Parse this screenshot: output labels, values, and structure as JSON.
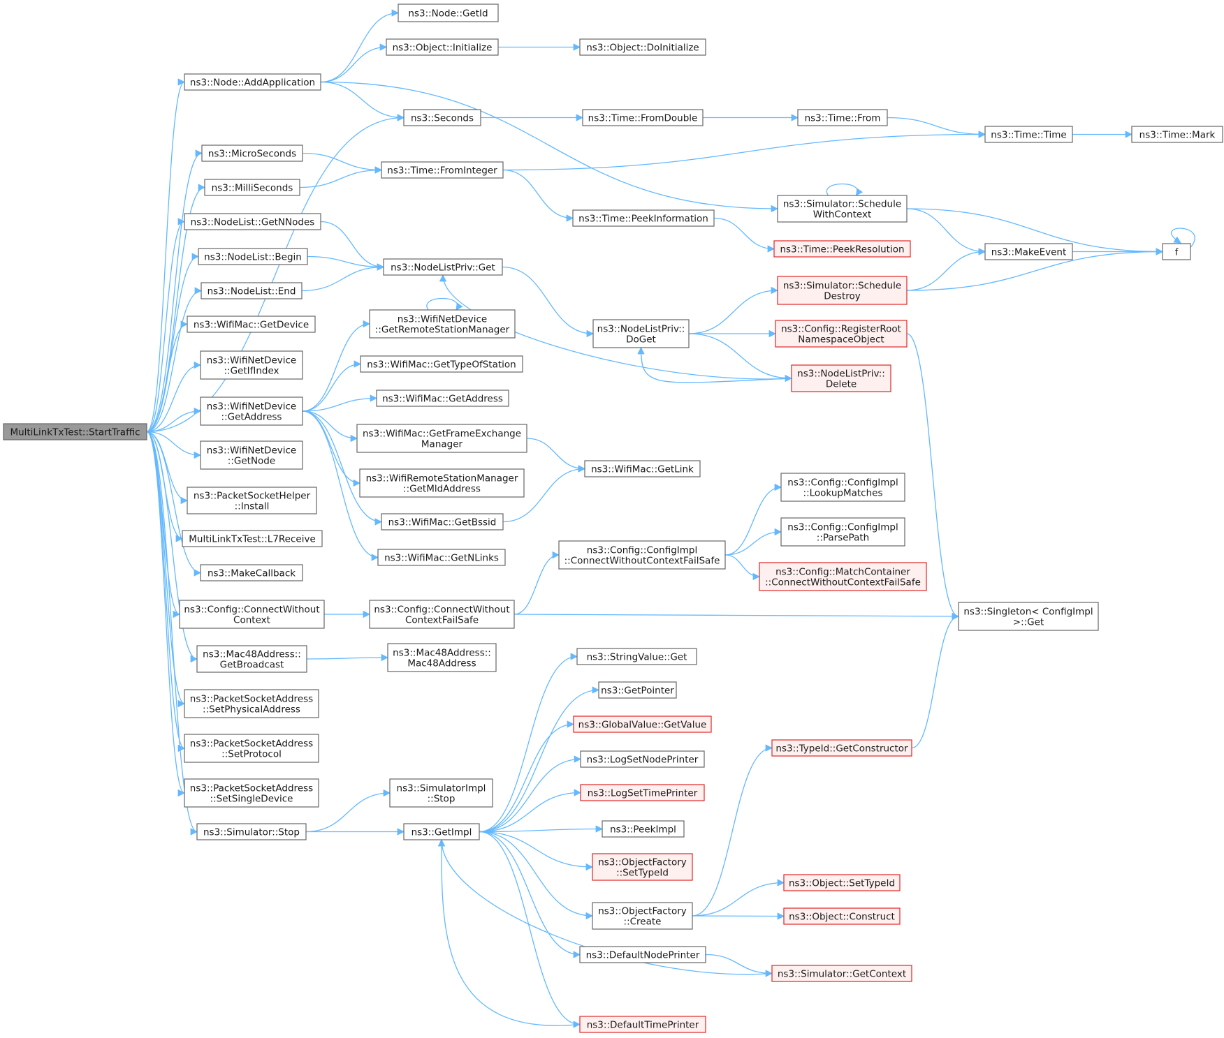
{
  "graph": {
    "colors": {
      "edge": "#63b8ff",
      "root_fill": "#999999",
      "node_border": "#666666",
      "truncated_border": "#e02424",
      "truncated_fill": "#fff0f0"
    },
    "nodes": [
      {
        "id": "root",
        "lines": [
          "MultiLinkTxTest::StartTraffic"
        ],
        "kind": "root"
      },
      {
        "id": "n1",
        "lines": [
          "ns3::Node::GetId"
        ]
      },
      {
        "id": "n2",
        "lines": [
          "ns3::Object::Initialize"
        ]
      },
      {
        "id": "n3",
        "lines": [
          "ns3::Object::DoInitialize"
        ]
      },
      {
        "id": "n4",
        "lines": [
          "ns3::Node::AddApplication"
        ]
      },
      {
        "id": "n5",
        "lines": [
          "ns3::Seconds"
        ]
      },
      {
        "id": "n6",
        "lines": [
          "ns3::Time::FromDouble"
        ]
      },
      {
        "id": "n7",
        "lines": [
          "ns3::Time::From"
        ]
      },
      {
        "id": "n8",
        "lines": [
          "ns3::Time::Time"
        ]
      },
      {
        "id": "n9",
        "lines": [
          "ns3::Time::Mark"
        ]
      },
      {
        "id": "n10",
        "lines": [
          "ns3::MicroSeconds"
        ]
      },
      {
        "id": "n11",
        "lines": [
          "ns3::Time::FromInteger"
        ]
      },
      {
        "id": "n12",
        "lines": [
          "ns3::MilliSeconds"
        ]
      },
      {
        "id": "n13",
        "lines": [
          "ns3::Simulator::Schedule",
          "WithContext"
        ]
      },
      {
        "id": "n14",
        "lines": [
          "ns3::Time::PeekInformation"
        ]
      },
      {
        "id": "n15",
        "lines": [
          "ns3::NodeList::GetNNodes"
        ]
      },
      {
        "id": "n16",
        "lines": [
          "ns3::Time::PeekResolution"
        ],
        "kind": "trunc"
      },
      {
        "id": "n17",
        "lines": [
          "ns3::MakeEvent"
        ]
      },
      {
        "id": "n18",
        "lines": [
          "f"
        ]
      },
      {
        "id": "n19",
        "lines": [
          "ns3::NodeList::Begin"
        ]
      },
      {
        "id": "n20",
        "lines": [
          "ns3::NodeListPriv::Get"
        ]
      },
      {
        "id": "n21",
        "lines": [
          "ns3::NodeList::End"
        ]
      },
      {
        "id": "n22",
        "lines": [
          "ns3::Simulator::Schedule",
          "Destroy"
        ],
        "kind": "trunc"
      },
      {
        "id": "n23",
        "lines": [
          "ns3::WifiNetDevice",
          "::GetRemoteStationManager"
        ]
      },
      {
        "id": "n24",
        "lines": [
          "ns3::WifiMac::GetDevice"
        ]
      },
      {
        "id": "n25",
        "lines": [
          "ns3::NodeListPriv::",
          "DoGet"
        ]
      },
      {
        "id": "n26",
        "lines": [
          "ns3::Config::RegisterRoot",
          "NamespaceObject"
        ],
        "kind": "trunc"
      },
      {
        "id": "n27",
        "lines": [
          "ns3::WifiNetDevice",
          "::GetIfIndex"
        ]
      },
      {
        "id": "n28",
        "lines": [
          "ns3::WifiMac::GetTypeOfStation"
        ]
      },
      {
        "id": "n29",
        "lines": [
          "ns3::NodeListPriv::",
          "Delete"
        ],
        "kind": "trunc"
      },
      {
        "id": "n30",
        "lines": [
          "ns3::WifiNetDevice",
          "::GetAddress"
        ]
      },
      {
        "id": "n31",
        "lines": [
          "ns3::WifiMac::GetAddress"
        ]
      },
      {
        "id": "n32",
        "lines": [
          "ns3::WifiMac::GetFrameExchange",
          "Manager"
        ]
      },
      {
        "id": "n33",
        "lines": [
          "ns3::WifiNetDevice",
          "::GetNode"
        ]
      },
      {
        "id": "n34",
        "lines": [
          "ns3::WifiMac::GetLink"
        ]
      },
      {
        "id": "n35",
        "lines": [
          "ns3::WifiRemoteStationManager",
          "::GetMldAddress"
        ]
      },
      {
        "id": "n36",
        "lines": [
          "ns3::PacketSocketHelper",
          "::Install"
        ]
      },
      {
        "id": "n37",
        "lines": [
          "ns3::Config::ConfigImpl",
          "::LookupMatches"
        ]
      },
      {
        "id": "n38",
        "lines": [
          "ns3::WifiMac::GetBssid"
        ]
      },
      {
        "id": "n39",
        "lines": [
          "MultiLinkTxTest::L7Receive"
        ]
      },
      {
        "id": "n40",
        "lines": [
          "ns3::Config::ConfigImpl",
          "::ParsePath"
        ]
      },
      {
        "id": "n41",
        "lines": [
          "ns3::Config::ConfigImpl",
          "::ConnectWithoutContextFailSafe"
        ]
      },
      {
        "id": "n42",
        "lines": [
          "ns3::WifiMac::GetNLinks"
        ]
      },
      {
        "id": "n43",
        "lines": [
          "ns3::MakeCallback"
        ]
      },
      {
        "id": "n44",
        "lines": [
          "ns3::Config::MatchContainer",
          "::ConnectWithoutContextFailSafe"
        ],
        "kind": "trunc"
      },
      {
        "id": "n45",
        "lines": [
          "ns3::Config::ConnectWithout",
          "Context"
        ]
      },
      {
        "id": "n46",
        "lines": [
          "ns3::Config::ConnectWithout",
          "ContextFailSafe"
        ]
      },
      {
        "id": "n47",
        "lines": [
          "ns3::Singleton< ConfigImpl",
          " >::Get"
        ]
      },
      {
        "id": "n48",
        "lines": [
          "ns3::Mac48Address::",
          "GetBroadcast"
        ]
      },
      {
        "id": "n49",
        "lines": [
          "ns3::Mac48Address::",
          "Mac48Address"
        ]
      },
      {
        "id": "n50",
        "lines": [
          "ns3::StringValue::Get"
        ]
      },
      {
        "id": "n51",
        "lines": [
          "ns3::PacketSocketAddress",
          "::SetPhysicalAddress"
        ]
      },
      {
        "id": "n52",
        "lines": [
          "ns3::GetPointer"
        ]
      },
      {
        "id": "n53",
        "lines": [
          "ns3::GlobalValue::GetValue"
        ],
        "kind": "trunc"
      },
      {
        "id": "n54",
        "lines": [
          "ns3::PacketSocketAddress",
          "::SetProtocol"
        ]
      },
      {
        "id": "n55",
        "lines": [
          "ns3::TypeId::GetConstructor"
        ],
        "kind": "trunc"
      },
      {
        "id": "n56",
        "lines": [
          "ns3::LogSetNodePrinter"
        ]
      },
      {
        "id": "n57",
        "lines": [
          "ns3::PacketSocketAddress",
          "::SetSingleDevice"
        ]
      },
      {
        "id": "n58",
        "lines": [
          "ns3::SimulatorImpl",
          "::Stop"
        ]
      },
      {
        "id": "n59",
        "lines": [
          "ns3::LogSetTimePrinter"
        ],
        "kind": "trunc"
      },
      {
        "id": "n60",
        "lines": [
          "ns3::Simulator::Stop"
        ]
      },
      {
        "id": "n61",
        "lines": [
          "ns3::GetImpl"
        ]
      },
      {
        "id": "n62",
        "lines": [
          "ns3::PeekImpl"
        ]
      },
      {
        "id": "n63",
        "lines": [
          "ns3::ObjectFactory",
          "::SetTypeId"
        ],
        "kind": "trunc"
      },
      {
        "id": "n64",
        "lines": [
          "ns3::Object::SetTypeId"
        ],
        "kind": "trunc"
      },
      {
        "id": "n65",
        "lines": [
          "ns3::ObjectFactory",
          "::Create"
        ]
      },
      {
        "id": "n66",
        "lines": [
          "ns3::Object::Construct"
        ],
        "kind": "trunc"
      },
      {
        "id": "n67",
        "lines": [
          "ns3::DefaultNodePrinter"
        ]
      },
      {
        "id": "n68",
        "lines": [
          "ns3::Simulator::GetContext"
        ],
        "kind": "trunc"
      },
      {
        "id": "n69",
        "lines": [
          "ns3::DefaultTimePrinter"
        ],
        "kind": "trunc"
      }
    ],
    "edges": [
      [
        "root",
        "n4"
      ],
      [
        "root",
        "n5"
      ],
      [
        "root",
        "n10"
      ],
      [
        "root",
        "n12"
      ],
      [
        "root",
        "n15"
      ],
      [
        "root",
        "n19"
      ],
      [
        "root",
        "n21"
      ],
      [
        "root",
        "n24"
      ],
      [
        "root",
        "n27"
      ],
      [
        "root",
        "n30"
      ],
      [
        "root",
        "n33"
      ],
      [
        "root",
        "n36"
      ],
      [
        "root",
        "n39"
      ],
      [
        "root",
        "n43"
      ],
      [
        "root",
        "n45"
      ],
      [
        "root",
        "n48"
      ],
      [
        "root",
        "n51"
      ],
      [
        "root",
        "n54"
      ],
      [
        "root",
        "n57"
      ],
      [
        "root",
        "n60"
      ],
      [
        "n4",
        "n1"
      ],
      [
        "n4",
        "n2"
      ],
      [
        "n4",
        "n5"
      ],
      [
        "n4",
        "n13"
      ],
      [
        "n2",
        "n3"
      ],
      [
        "n5",
        "n6"
      ],
      [
        "n6",
        "n7"
      ],
      [
        "n7",
        "n8"
      ],
      [
        "n8",
        "n9"
      ],
      [
        "n10",
        "n11"
      ],
      [
        "n12",
        "n11"
      ],
      [
        "n11",
        "n8"
      ],
      [
        "n11",
        "n14"
      ],
      [
        "n14",
        "n16"
      ],
      [
        "n13",
        "n13"
      ],
      [
        "n13",
        "n18"
      ],
      [
        "n13",
        "n17"
      ],
      [
        "n17",
        "n18"
      ],
      [
        "n18",
        "n18"
      ],
      [
        "n15",
        "n20"
      ],
      [
        "n19",
        "n20"
      ],
      [
        "n21",
        "n20"
      ],
      [
        "n20",
        "n25"
      ],
      [
        "n25",
        "n22"
      ],
      [
        "n25",
        "n26"
      ],
      [
        "n25",
        "n29"
      ],
      [
        "n29",
        "n25"
      ],
      [
        "n29",
        "n20"
      ],
      [
        "n22",
        "n17"
      ],
      [
        "n22",
        "n18"
      ],
      [
        "n26",
        "n47"
      ],
      [
        "n23",
        "n23"
      ],
      [
        "n30",
        "n23"
      ],
      [
        "n30",
        "n28"
      ],
      [
        "n30",
        "n31"
      ],
      [
        "n30",
        "n32"
      ],
      [
        "n30",
        "n35"
      ],
      [
        "n30",
        "n38"
      ],
      [
        "n30",
        "n42"
      ],
      [
        "n32",
        "n34"
      ],
      [
        "n38",
        "n34"
      ],
      [
        "n45",
        "n46"
      ],
      [
        "n46",
        "n41"
      ],
      [
        "n46",
        "n47"
      ],
      [
        "n41",
        "n37"
      ],
      [
        "n41",
        "n40"
      ],
      [
        "n41",
        "n44"
      ],
      [
        "n48",
        "n49"
      ],
      [
        "n60",
        "n58"
      ],
      [
        "n60",
        "n61"
      ],
      [
        "n61",
        "n50"
      ],
      [
        "n61",
        "n52"
      ],
      [
        "n61",
        "n53"
      ],
      [
        "n61",
        "n56"
      ],
      [
        "n61",
        "n59"
      ],
      [
        "n61",
        "n62"
      ],
      [
        "n61",
        "n63"
      ],
      [
        "n61",
        "n65"
      ],
      [
        "n61",
        "n67"
      ],
      [
        "n61",
        "n69"
      ],
      [
        "n65",
        "n55"
      ],
      [
        "n65",
        "n64"
      ],
      [
        "n65",
        "n66"
      ],
      [
        "n55",
        "n47"
      ],
      [
        "n67",
        "n68"
      ],
      [
        "n68",
        "n61"
      ],
      [
        "n69",
        "n61"
      ]
    ]
  }
}
